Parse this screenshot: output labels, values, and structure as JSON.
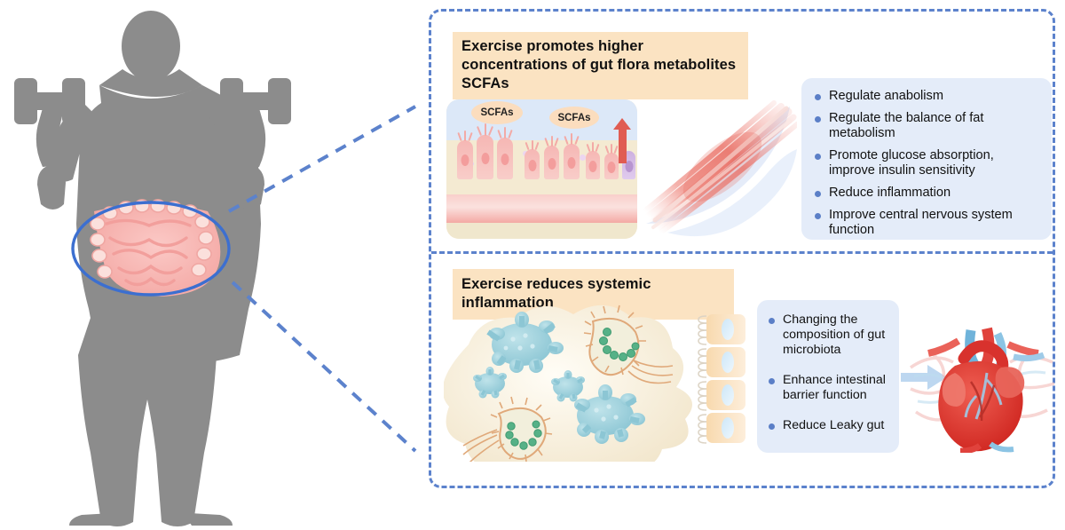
{
  "figure": {
    "subject": "muscular-human-body-silhouette-lifting-dumbbells",
    "silhouette_color": "#8c8c8c",
    "highlight_ellipse_color": "#3c6fd0",
    "organ_label": "intestines",
    "dumbbell_label": "dumbbell"
  },
  "callout": {
    "border_color": "#5c82cc",
    "border_style": "dashed"
  },
  "panels": [
    {
      "id": "scfa-panel",
      "title": "Exercise promotes higher concentrations of gut flora metabolites SCFAs",
      "title_bg": "#fbe3c2",
      "illustration": {
        "name": "gut-epithelium-scfa",
        "lumen_color": "#dce8f8",
        "tissue_color": "#f4ead2",
        "villi_color": "#f6b7b4",
        "arrow_color": "#e05c52",
        "labels": [
          "SCFAs",
          "SCFAs"
        ]
      },
      "secondary_illustration": {
        "name": "skeletal-muscle-bundle",
        "fiber_color": "#e8736b"
      },
      "bullets": [
        "Regulate anabolism",
        "Regulate the balance of fat metabolism",
        "Promote glucose absorption, improve insulin sensitivity",
        "Reduce inflammation",
        "Improve central nervous system function"
      ],
      "bullet_panel_bg": "#e4ecf9",
      "bullet_dot_color": "#5b7fc7"
    },
    {
      "id": "inflammation-panel",
      "title": "Exercise reduces systemic inflammation",
      "title_bg": "#fbe3c2",
      "illustration": {
        "name": "gut-microbiota-blob",
        "blob_color": "#f7efdd",
        "microbe_color": "#8fcad6",
        "rod_bacteria_color": "#e8c79a",
        "granule_color": "#4ea886"
      },
      "secondary_illustration": {
        "name": "intestinal-epithelial-cells",
        "cell_color": "#f9d3a0",
        "nucleus_color": "#cfe6f7",
        "cell_count": 4
      },
      "tertiary_illustration": {
        "name": "human-heart-anatomy",
        "heart_color": "#e03b38",
        "artery_color": "#e9524e",
        "vein_color": "#8fc7e8",
        "arrow_color": "#bdd7f0"
      },
      "bullets": [
        "Changing the composition of gut microbiota",
        "Enhance intestinal barrier function",
        "Reduce Leaky gut"
      ],
      "bullet_panel_bg": "#e4ecf9",
      "bullet_dot_color": "#5b7fc7"
    }
  ]
}
